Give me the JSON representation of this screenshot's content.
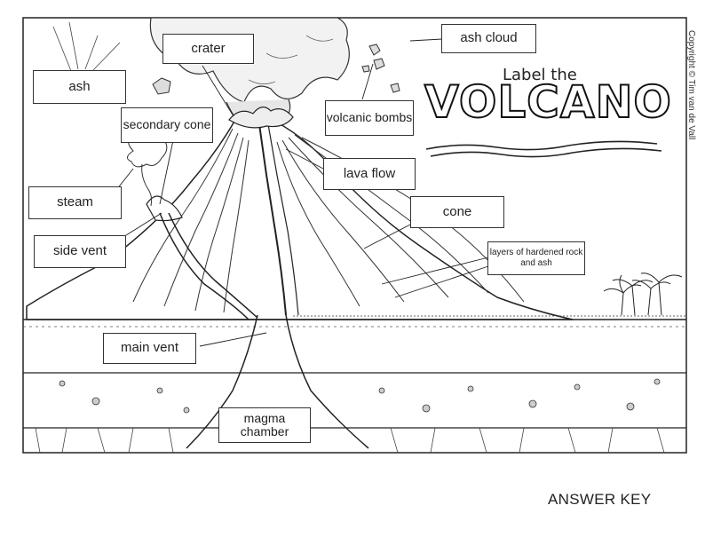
{
  "title": {
    "line1": "Label the",
    "line2": "VOLCANO"
  },
  "copyright": "Copyright © Tim van de Vall",
  "footer": "ANSWER KEY",
  "labels": {
    "ash": "ash",
    "crater": "crater",
    "ash_cloud": "ash cloud",
    "secondary_cone": "secondary cone",
    "volcanic_bombs": "volcanic bombs",
    "steam": "steam",
    "lava_flow": "lava flow",
    "cone": "cone",
    "side_vent": "side vent",
    "layers": "layers of hardened rock and ash",
    "main_vent": "main vent",
    "magma_chamber": "magma chamber"
  }
}
